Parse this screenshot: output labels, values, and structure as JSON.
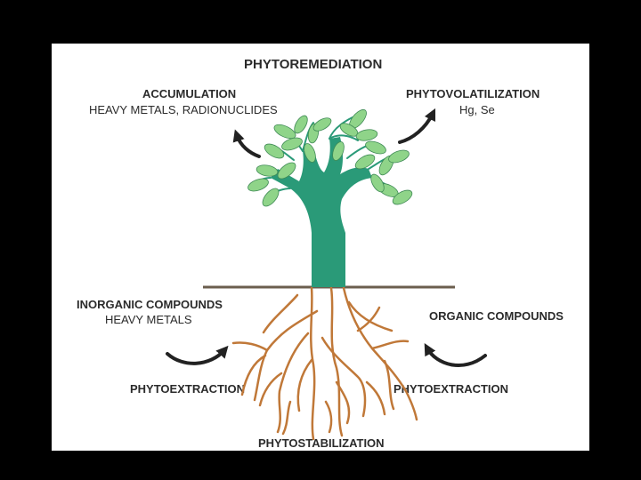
{
  "title": "PHYTOREMEDIATION",
  "accumulation": {
    "heading": "ACCUMULATION",
    "detail": "HEAVY METALS, RADIONUCLIDES"
  },
  "phytovolatilization": {
    "heading": "PHYTOVOLATILIZATION",
    "detail": "Hg, Se"
  },
  "inorganic": {
    "heading": "INORGANIC COMPOUNDS",
    "detail": "HEAVY METALS"
  },
  "organic": {
    "heading": "ORGANIC COMPOUNDS"
  },
  "extraction_left": "PHYTOEXTRACTION",
  "extraction_right": "PHYTOEXTRACTION",
  "stabilization": "PHYTOSTABILIZATION",
  "colors": {
    "background": "#000000",
    "panel": "#ffffff",
    "trunk": "#2a9a78",
    "leaf": "#8fd489",
    "roots": "#c07838",
    "ground": "#6b5e4e",
    "arrow": "#222222"
  }
}
